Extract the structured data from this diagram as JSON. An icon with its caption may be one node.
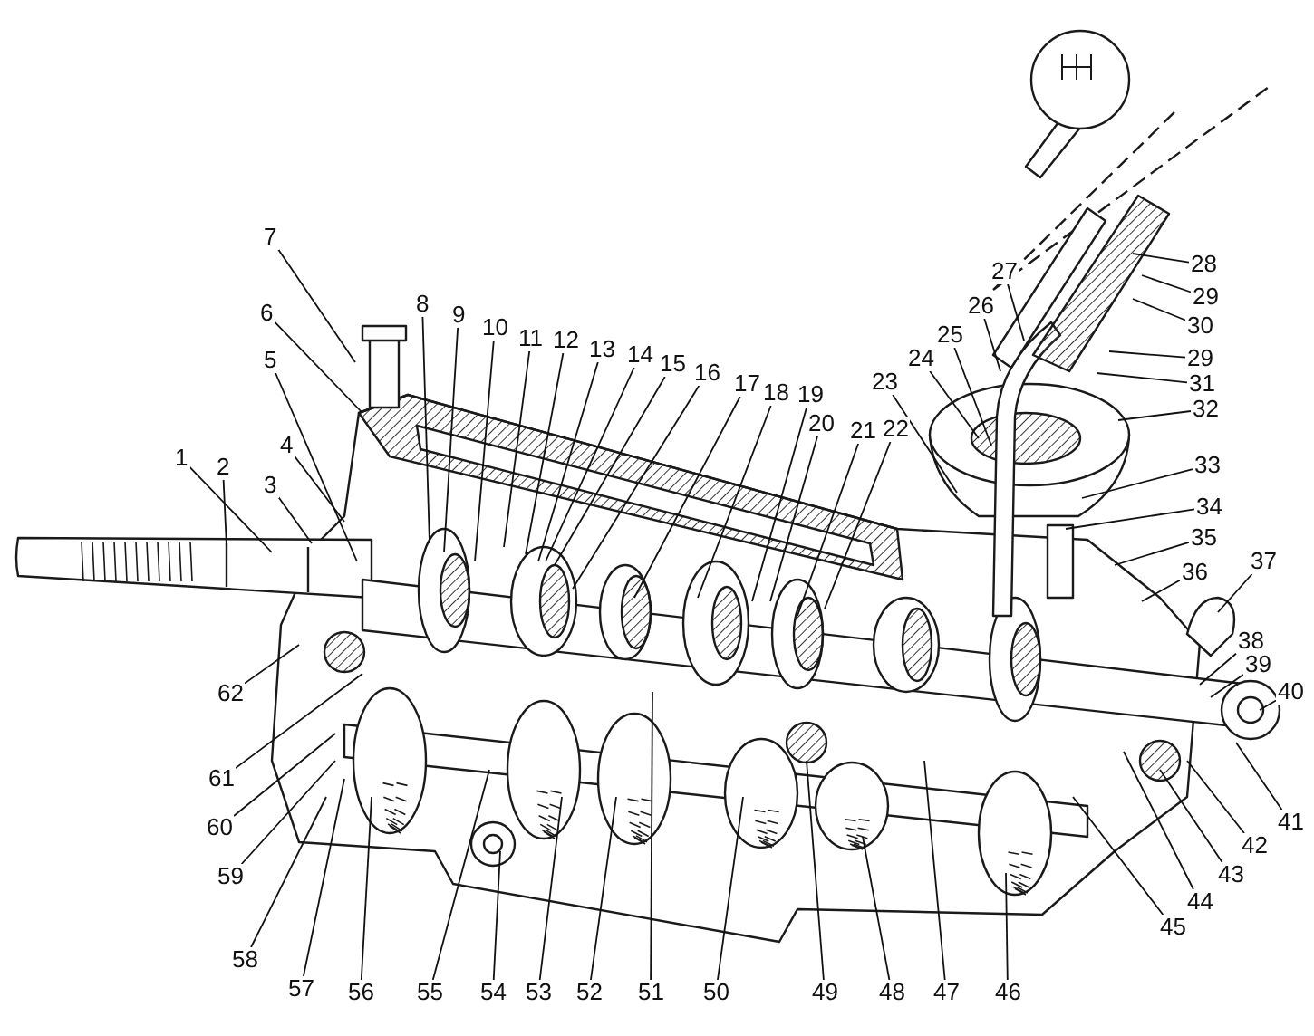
{
  "diagram": {
    "nodes": [
      {
        "text": [
          "1"
        ]
      },
      {
        "text": [
          "2"
        ]
      },
      {
        "text": [
          "3"
        ]
      },
      {
        "text": [
          "4"
        ]
      },
      {
        "text": [
          "5"
        ]
      },
      {
        "text": [
          "6"
        ]
      },
      {
        "text": [
          "7"
        ]
      },
      {
        "text": [
          "8"
        ]
      },
      {
        "text": [
          "9"
        ]
      },
      {
        "text": [
          "10"
        ]
      },
      {
        "text": [
          "11"
        ]
      },
      {
        "text": [
          "12"
        ]
      },
      {
        "text": [
          "13"
        ]
      },
      {
        "text": [
          "14"
        ]
      },
      {
        "text": [
          "15"
        ]
      },
      {
        "text": [
          "16"
        ]
      },
      {
        "text": [
          "17"
        ]
      },
      {
        "text": [
          "18"
        ]
      },
      {
        "text": [
          "19"
        ]
      },
      {
        "text": [
          "20"
        ]
      },
      {
        "text": [
          "21"
        ]
      },
      {
        "text": [
          "22"
        ]
      },
      {
        "text": [
          "23"
        ]
      },
      {
        "text": [
          "24"
        ]
      },
      {
        "text": [
          "25"
        ]
      },
      {
        "text": [
          "26"
        ]
      },
      {
        "text": [
          "27"
        ]
      },
      {
        "text": [
          "28"
        ]
      },
      {
        "text": [
          "29"
        ]
      },
      {
        "text": [
          "30"
        ]
      },
      {
        "text": [
          "29"
        ]
      },
      {
        "text": [
          "31"
        ]
      },
      {
        "text": [
          "32"
        ]
      },
      {
        "text": [
          "33"
        ]
      },
      {
        "text": [
          "34"
        ]
      },
      {
        "text": [
          "35"
        ]
      },
      {
        "text": [
          "36"
        ]
      },
      {
        "text": [
          "37"
        ]
      },
      {
        "text": [
          "38"
        ]
      },
      {
        "text": [
          "39"
        ]
      },
      {
        "text": [
          "40"
        ]
      },
      {
        "text": [
          "41"
        ]
      },
      {
        "text": [
          "42"
        ]
      },
      {
        "text": [
          "43"
        ]
      },
      {
        "text": [
          "44"
        ]
      },
      {
        "text": [
          "45"
        ]
      },
      {
        "text": [
          "46"
        ]
      },
      {
        "text": [
          "47"
        ]
      },
      {
        "text": [
          "48"
        ]
      },
      {
        "text": [
          "49"
        ]
      },
      {
        "text": [
          "50"
        ]
      },
      {
        "text": [
          "51"
        ]
      },
      {
        "text": [
          "52"
        ]
      },
      {
        "text": [
          "53"
        ]
      },
      {
        "text": [
          "54"
        ]
      },
      {
        "text": [
          "55"
        ]
      },
      {
        "text": [
          "56"
        ]
      },
      {
        "text": [
          "57"
        ]
      },
      {
        "text": [
          "58"
        ]
      },
      {
        "text": [
          "59"
        ]
      },
      {
        "text": [
          "60"
        ]
      },
      {
        "text": [
          "61"
        ]
      },
      {
        "text": [
          "62"
        ]
      }
    ],
    "edges": [
      {
        "from": 0,
        "to": null,
        "arrow": "none"
      },
      {
        "from": 1,
        "to": null,
        "arrow": "none"
      },
      {
        "from": 2,
        "to": null,
        "arrow": "none"
      },
      {
        "from": 3,
        "to": null,
        "arrow": "none"
      },
      {
        "from": 4,
        "to": null,
        "arrow": "none"
      },
      {
        "from": 5,
        "to": null,
        "arrow": "none"
      },
      {
        "from": 6,
        "to": null,
        "arrow": "none"
      },
      {
        "from": 7,
        "to": null,
        "arrow": "none"
      },
      {
        "from": 8,
        "to": null,
        "arrow": "none"
      },
      {
        "from": 9,
        "to": null,
        "arrow": "none"
      },
      {
        "from": 10,
        "to": null,
        "arrow": "none"
      },
      {
        "from": 11,
        "to": null,
        "arrow": "none"
      },
      {
        "from": 12,
        "to": null,
        "arrow": "none"
      },
      {
        "from": 13,
        "to": null,
        "arrow": "none"
      },
      {
        "from": 14,
        "to": null,
        "arrow": "none"
      },
      {
        "from": 15,
        "to": null,
        "arrow": "none"
      },
      {
        "from": 16,
        "to": null,
        "arrow": "none"
      },
      {
        "from": 17,
        "to": null,
        "arrow": "none"
      },
      {
        "from": 18,
        "to": null,
        "arrow": "none"
      },
      {
        "from": 19,
        "to": null,
        "arrow": "none"
      },
      {
        "from": 20,
        "to": null,
        "arrow": "none"
      },
      {
        "from": 21,
        "to": null,
        "arrow": "none"
      },
      {
        "from": 22,
        "to": null,
        "arrow": "none"
      },
      {
        "from": 23,
        "to": null,
        "arrow": "none"
      },
      {
        "from": 24,
        "to": null,
        "arrow": "none"
      },
      {
        "from": 25,
        "to": null,
        "arrow": "none"
      },
      {
        "from": 26,
        "to": null,
        "arrow": "none"
      },
      {
        "from": 27,
        "to": null,
        "arrow": "none"
      },
      {
        "from": 28,
        "to": null,
        "arrow": "none"
      },
      {
        "from": 29,
        "to": null,
        "arrow": "none"
      },
      {
        "from": 30,
        "to": null,
        "arrow": "none"
      },
      {
        "from": 31,
        "to": null,
        "arrow": "none"
      },
      {
        "from": 32,
        "to": null,
        "arrow": "none"
      },
      {
        "from": 33,
        "to": null,
        "arrow": "none"
      },
      {
        "from": 34,
        "to": null,
        "arrow": "none"
      },
      {
        "from": 35,
        "to": null,
        "arrow": "none"
      },
      {
        "from": 36,
        "to": null,
        "arrow": "none"
      },
      {
        "from": 37,
        "to": null,
        "arrow": "none"
      },
      {
        "from": 38,
        "to": null,
        "arrow": "none"
      },
      {
        "from": 39,
        "to": null,
        "arrow": "none"
      },
      {
        "from": 40,
        "to": null,
        "arrow": "none"
      },
      {
        "from": 41,
        "to": null,
        "arrow": "none"
      },
      {
        "from": 42,
        "to": null,
        "arrow": "none"
      },
      {
        "from": 43,
        "to": null,
        "arrow": "none"
      },
      {
        "from": 44,
        "to": null,
        "arrow": "none"
      },
      {
        "from": 45,
        "to": null,
        "arrow": "none"
      },
      {
        "from": 46,
        "to": null,
        "arrow": "none"
      },
      {
        "from": 47,
        "to": null,
        "arrow": "none"
      },
      {
        "from": 48,
        "to": null,
        "arrow": "none"
      },
      {
        "from": 49,
        "to": null,
        "arrow": "none"
      },
      {
        "from": 50,
        "to": null,
        "arrow": "none"
      },
      {
        "from": 51,
        "to": null,
        "arrow": "none"
      },
      {
        "from": 52,
        "to": null,
        "arrow": "none"
      },
      {
        "from": 53,
        "to": null,
        "arrow": "none"
      },
      {
        "from": 54,
        "to": null,
        "arrow": "none"
      },
      {
        "from": 55,
        "to": null,
        "arrow": "none"
      },
      {
        "from": 56,
        "to": null,
        "arrow": "none"
      },
      {
        "from": 57,
        "to": null,
        "arrow": "none"
      },
      {
        "from": 58,
        "to": null,
        "arrow": "none"
      },
      {
        "from": 59,
        "to": null,
        "arrow": "none"
      },
      {
        "from": 60,
        "to": null,
        "arrow": "none"
      },
      {
        "from": 61,
        "to": null,
        "arrow": "none"
      },
      {
        "from": 62,
        "to": null,
        "arrow": "none"
      }
    ]
  }
}
